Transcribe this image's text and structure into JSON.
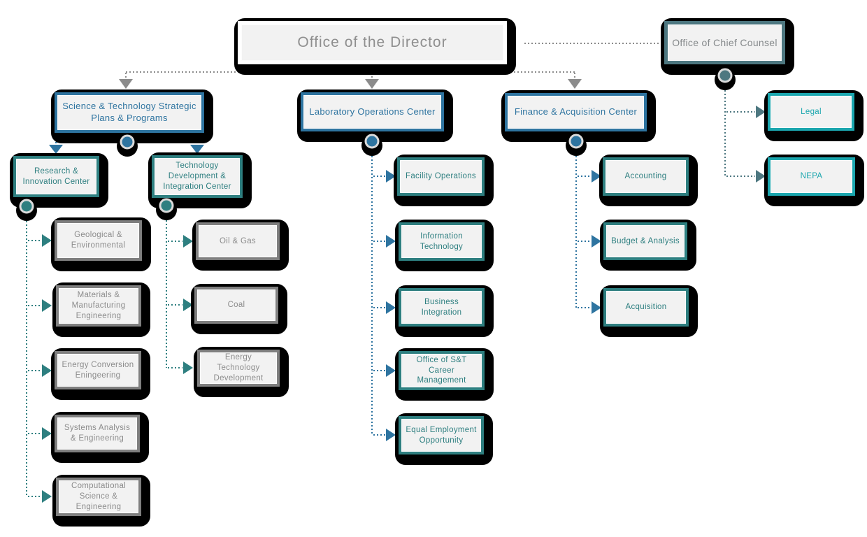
{
  "diagram_type": "org-chart",
  "colors": {
    "box_fill": "#F2F2F2",
    "shadow": "#000000",
    "blue": "#2E74A0",
    "teal": "#2E7F80",
    "slate_teal": "#4D7780",
    "cyan": "#1BA6AE",
    "gray": "#8C8C8C",
    "gray_border": "#7F7F7F"
  },
  "org": {
    "director": {
      "label": "Office of the Director"
    },
    "chief_counsel": {
      "label": "Office of Chief Counsel",
      "children": [
        {
          "label": "Legal"
        },
        {
          "label": "NEPA"
        }
      ]
    },
    "stsp": {
      "label": "Science & Technology Strategic Plans & Programs",
      "children": [
        {
          "label": "Research & Innovation Center",
          "children": [
            {
              "label": "Geological & Environmental"
            },
            {
              "label": "Materials & Manufacturing Engineering"
            },
            {
              "label": "Energy Conversion Eningeering"
            },
            {
              "label": "Systems Analysis & Engineering"
            },
            {
              "label": "Computational Science & Engineering"
            }
          ]
        },
        {
          "label": "Technology Development & Integration Center",
          "children": [
            {
              "label": "Oil & Gas"
            },
            {
              "label": "Coal"
            },
            {
              "label": "Energy Technology Development"
            }
          ]
        }
      ]
    },
    "lab_ops": {
      "label": "Laboratory Operations Center",
      "children": [
        {
          "label": "Facility Operations"
        },
        {
          "label": "Information Technology"
        },
        {
          "label": "Business Integration"
        },
        {
          "label": "Office of S&T Career Management"
        },
        {
          "label": "Equal Employment Opportunity"
        }
      ]
    },
    "finance": {
      "label": "Finance & Acquisition Center",
      "children": [
        {
          "label": "Accounting"
        },
        {
          "label": "Budget & Analysis"
        },
        {
          "label": "Acquisition"
        }
      ]
    }
  }
}
